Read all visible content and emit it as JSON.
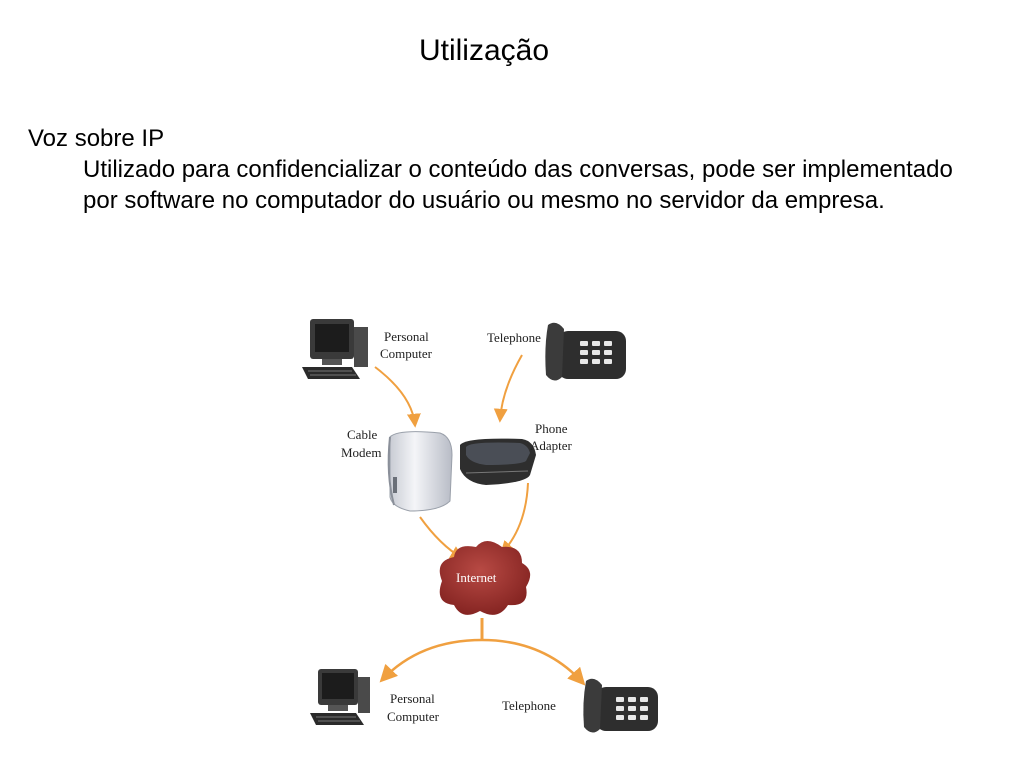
{
  "slide": {
    "title": "Utilização",
    "bullet": {
      "heading": "Voz sobre IP",
      "text": "Utilizado para confidencializar o conteúdo das conversas, pode ser implementado por software no computador do usuário ou mesmo no servidor da empresa."
    }
  },
  "diagram": {
    "nodes": {
      "pc_top": [
        "Personal",
        "Computer"
      ],
      "phone_top": [
        "Telephone"
      ],
      "modem": [
        "Cable",
        "Modem"
      ],
      "adapter": [
        "Phone",
        "Adapter"
      ],
      "internet": [
        "Internet"
      ],
      "pc_bottom": [
        "Personal",
        "Computer"
      ],
      "phone_bottom": [
        "Telephone"
      ]
    },
    "colors": {
      "arrow": "#f0a040",
      "cloud": "#9a2a28",
      "device_dark": "#2e2e2e"
    }
  }
}
